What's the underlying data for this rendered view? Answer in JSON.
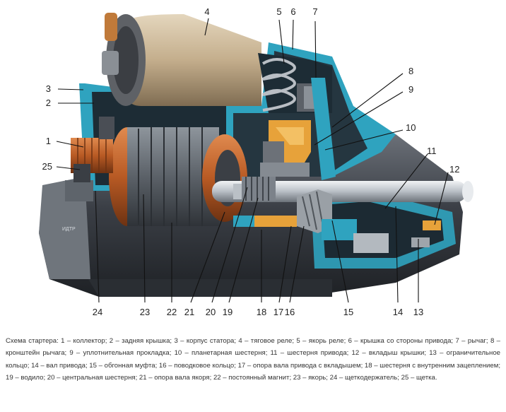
{
  "figure": {
    "watermark": "ИДТР",
    "caption": "Схема стартера: 1 – коллектор; 2 – задняя крышка; 3 – корпус статора; 4 – тяговое реле; 5 – якорь реле; 6 – крышка со стороны привода; 7 – рычаг; 8 – кронштейн рычага; 9 – уплотнительная прокладка; 10 – планетарная шестерня; 11 – шестерня привода; 12 – вкладыш крышки; 13 – ограничительное кольцо; 14 – вал привода; 15 – обгонная муфта; 16 – поводковое кольцо; 17 – опора вала привода с вкладышем; 18 – шестерня с внутренним зацеплением; 19 – водило; 20 – центральная шестерня; 21 – опора вала якоря; 22 – постоянный магнит; 23 – якорь; 24 – щеткодержатель; 25 – щетка."
  },
  "callouts": [
    {
      "id": "c1",
      "label": "1"
    },
    {
      "id": "c2",
      "label": "2"
    },
    {
      "id": "c3",
      "label": "3"
    },
    {
      "id": "c4",
      "label": "4"
    },
    {
      "id": "c5",
      "label": "5"
    },
    {
      "id": "c6",
      "label": "6"
    },
    {
      "id": "c7",
      "label": "7"
    },
    {
      "id": "c8",
      "label": "8"
    },
    {
      "id": "c9",
      "label": "9"
    },
    {
      "id": "c10",
      "label": "10"
    },
    {
      "id": "c11",
      "label": "11"
    },
    {
      "id": "c12",
      "label": "12"
    },
    {
      "id": "c13",
      "label": "13"
    },
    {
      "id": "c14",
      "label": "14"
    },
    {
      "id": "c15",
      "label": "15"
    },
    {
      "id": "c16",
      "label": "16"
    },
    {
      "id": "c17",
      "label": "17"
    },
    {
      "id": "c18",
      "label": "18"
    },
    {
      "id": "c19",
      "label": "19"
    },
    {
      "id": "c20",
      "label": "20"
    },
    {
      "id": "c21",
      "label": "21"
    },
    {
      "id": "c22",
      "label": "22"
    },
    {
      "id": "c23",
      "label": "23"
    },
    {
      "id": "c24",
      "label": "24"
    },
    {
      "id": "c25",
      "label": "25"
    }
  ],
  "colors": {
    "housing_cut": "#2fa3bf",
    "housing_dark": "#4a4e55",
    "solenoid_body": "#c9b596",
    "copper": "#c7672e",
    "orange_part": "#e7a23a",
    "steel": "#9aa1a8",
    "shaft": "#d4d9de",
    "leader": "#111111"
  }
}
